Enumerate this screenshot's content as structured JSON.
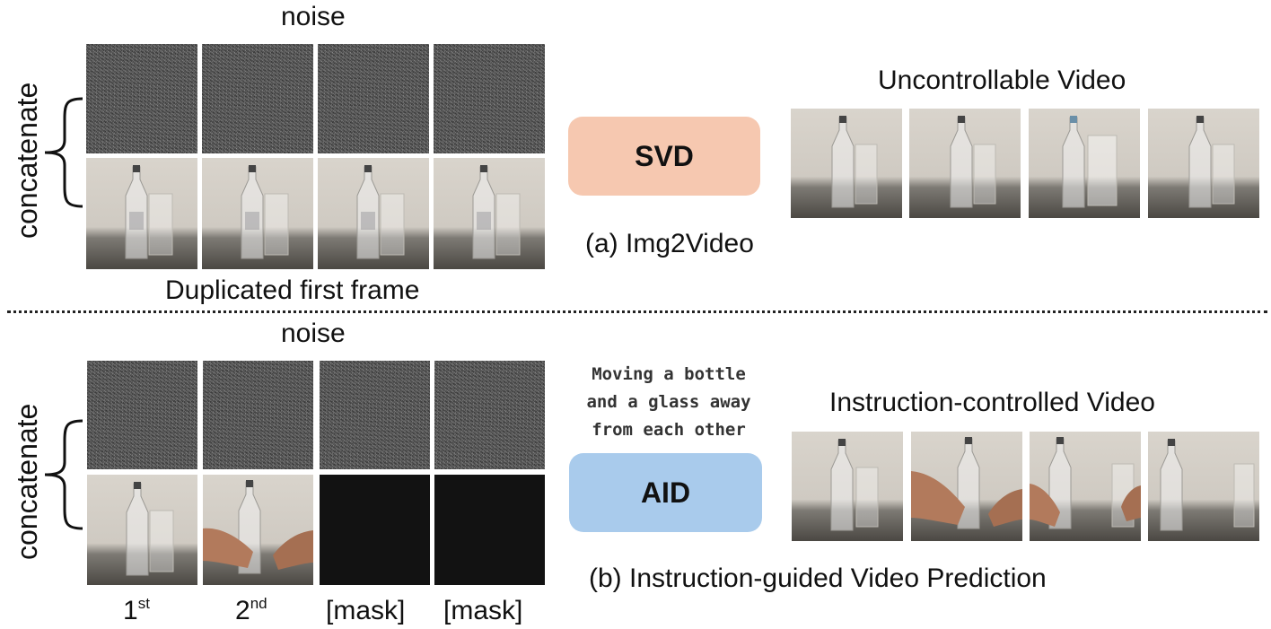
{
  "top": {
    "noise_label": "noise",
    "side_label": "concatenate",
    "bottom_label": "Duplicated first frame",
    "model": "SVD",
    "model_color": "#f6c8b0",
    "caption": "(a) Img2Video",
    "output_title": "Uncontrollable Video"
  },
  "bottom": {
    "noise_label": "noise",
    "side_label": "concatenate",
    "frame_labels": [
      {
        "base": "1",
        "sup": "st"
      },
      {
        "base": "2",
        "sup": "nd"
      },
      {
        "base": "[mask]",
        "sup": ""
      },
      {
        "base": "[mask]",
        "sup": ""
      }
    ],
    "instruction_lines": [
      "Moving a bottle",
      "and a glass away",
      "from each other"
    ],
    "model": "AID",
    "model_color": "#a9cbec",
    "caption": "(b) Instruction-guided Video Prediction",
    "output_title": "Instruction-controlled Video"
  }
}
